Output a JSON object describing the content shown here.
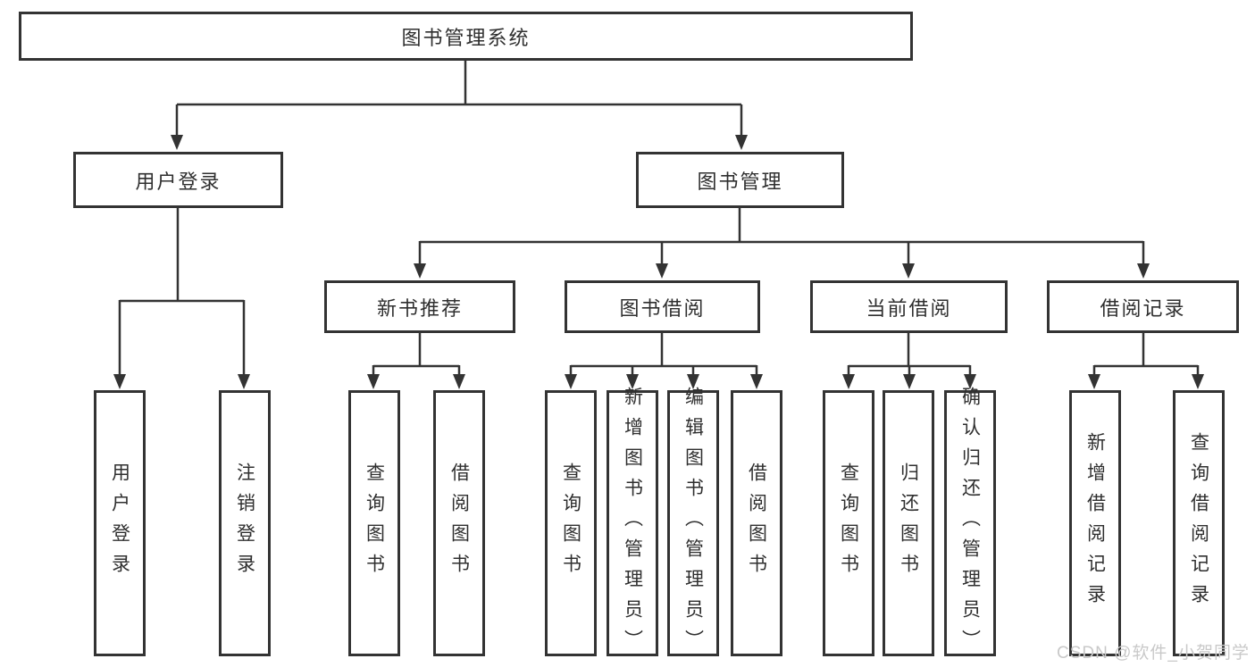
{
  "watermark": "CSDN @软件_小贺同学",
  "colors": {
    "line": "#333333",
    "text": "#2f2f2f",
    "background": "#ffffff",
    "watermark": "#c9c9c9"
  },
  "tree": {
    "root": "图书管理系统",
    "branches": [
      {
        "label": "用户登录",
        "children": [
          "用户登录",
          "注销登录"
        ]
      },
      {
        "label": "图书管理",
        "children": [
          {
            "label": "新书推荐",
            "children": [
              "查询图书",
              "借阅图书"
            ]
          },
          {
            "label": "图书借阅",
            "children": [
              "查询图书",
              "新增图书（管理员）",
              "编辑图书（管理员）",
              "借阅图书"
            ]
          },
          {
            "label": "当前借阅",
            "children": [
              "查询图书",
              "归还图书",
              "确认归还（管理员）"
            ]
          },
          {
            "label": "借阅记录",
            "children": [
              "新增借阅记录",
              "查询借阅记录"
            ]
          }
        ]
      }
    ]
  }
}
